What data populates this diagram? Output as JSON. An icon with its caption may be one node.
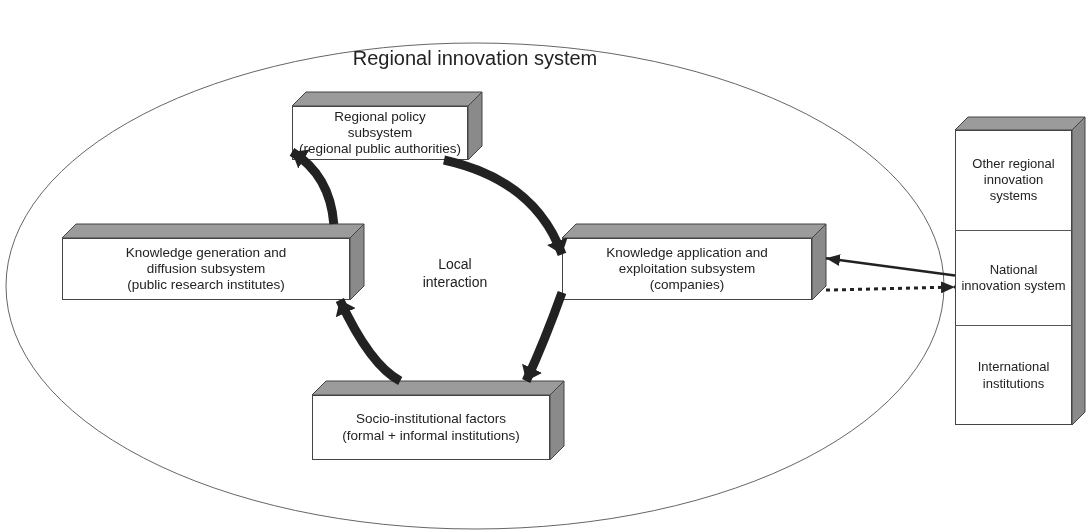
{
  "diagram": {
    "nodes": [
      {
        "text": [
          "Regional innovation system"
        ]
      },
      {
        "text": [
          "Regional policy subsystem",
          "(regional public authorities)"
        ],
        "in": 0
      },
      {
        "text": [
          "Knowledge generation and diffusion subsystem",
          "(public research institutes)"
        ],
        "in": 0
      },
      {
        "text": [
          "Knowledge application and exploitation subsystem",
          "(companies)"
        ],
        "in": 0
      },
      {
        "text": [
          "Socio-institutional factors",
          "(formal + informal institutions)"
        ],
        "in": 0
      },
      {
        "text": [],
        "shape": "box"
      },
      {
        "text": [
          "Other regional innovation systems"
        ],
        "in": 5
      },
      {
        "text": [
          "National innovation system"
        ],
        "in": 5
      },
      {
        "text": [
          "International institutions"
        ],
        "in": 5
      }
    ],
    "edges": [
      {
        "from": 1,
        "to": 3,
        "arrow": "to"
      },
      {
        "from": 3,
        "to": 4,
        "arrow": "to"
      },
      {
        "from": 4,
        "to": 2,
        "arrow": "to"
      },
      {
        "from": 2,
        "to": 1,
        "arrow": "to"
      },
      {
        "from": 7,
        "to": 3,
        "arrow": "to"
      },
      {
        "from": 3,
        "to": 7,
        "arrow": "to",
        "style": "dashed"
      }
    ],
    "labels": [
      "Local interaction"
    ]
  }
}
